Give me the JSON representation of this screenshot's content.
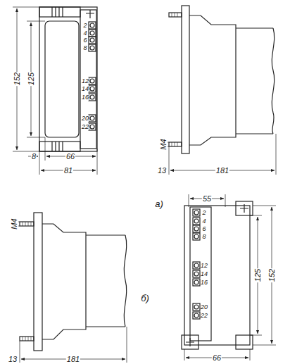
{
  "diagram": {
    "labels": [
      "152",
      "125",
      "2",
      "4",
      "6",
      "8",
      "12",
      "14",
      "16",
      "20",
      "22",
      "8",
      "66",
      "81",
      "М4",
      "13",
      "181",
      "а)",
      "М4",
      "13",
      "181",
      "55",
      "2",
      "4",
      "6",
      "8",
      "12",
      "14",
      "16",
      "20",
      "22",
      "125",
      "152",
      "66",
      "б)"
    ]
  }
}
